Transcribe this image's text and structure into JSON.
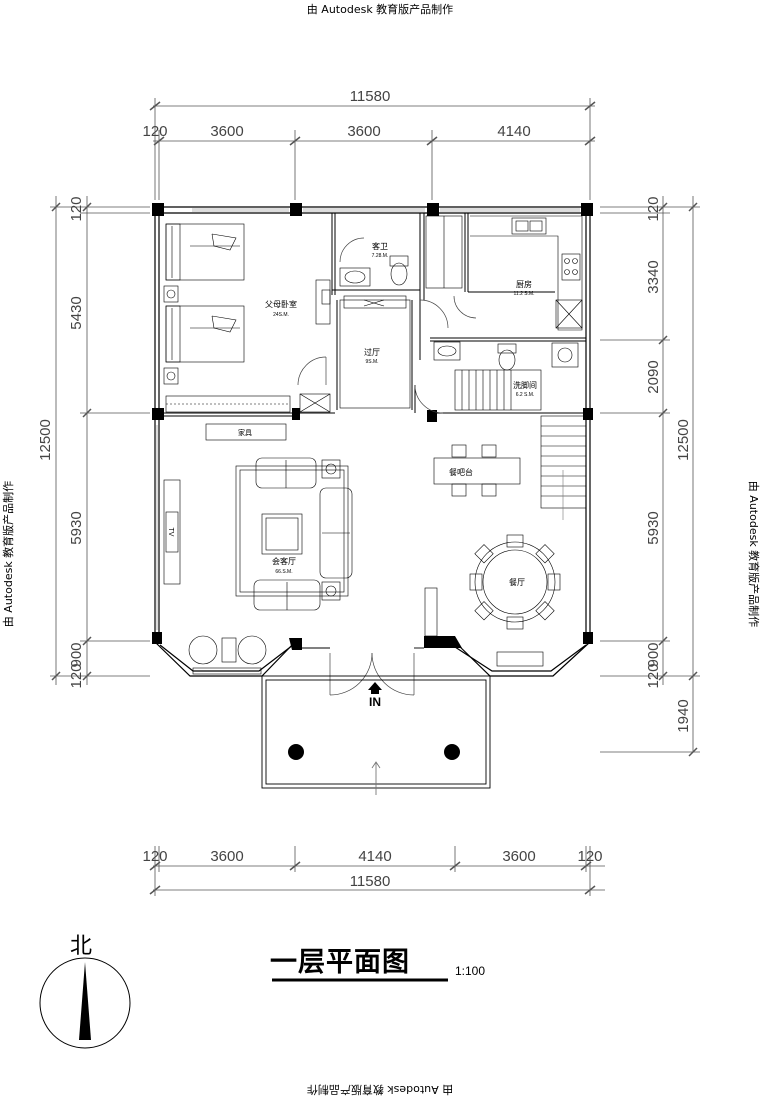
{
  "watermark": {
    "text": "由 Autodesk 教育版产品制作"
  },
  "dimensions": {
    "top_overall": "11580",
    "top_segments": [
      "120",
      "3600",
      "3600",
      "4140"
    ],
    "bottom_segments": [
      "120",
      "3600",
      "4140",
      "3600",
      "120"
    ],
    "bottom_overall": "11580",
    "left_overall": "12500",
    "left_segments": [
      "120",
      "5430",
      "5930",
      "900",
      "120"
    ],
    "right_overall": "12500",
    "right_segments": [
      "120",
      "3340",
      "2090",
      "5930",
      "900",
      "120",
      "1940"
    ]
  },
  "rooms": {
    "parents_bedroom": {
      "name": "父母卧室",
      "area": "24S.M."
    },
    "guest_bath": {
      "name": "客卫",
      "area": "7.28.M."
    },
    "kitchen": {
      "name": "厨房",
      "area": "11.2 S.M."
    },
    "hall": {
      "name": "过厅",
      "area": "9S.M."
    },
    "laundry": {
      "name": "洗脚间",
      "area": "6.2 S.M."
    },
    "bar": {
      "name": "餐吧台"
    },
    "living": {
      "name": "会客厅",
      "area": "66.S.M."
    },
    "dining": {
      "name": "餐厅"
    },
    "tv": "TV",
    "cabinet": "家具",
    "entrance": "IN"
  },
  "title": {
    "text": "一层平面图",
    "scale": "1:100"
  },
  "compass": {
    "label": "北"
  }
}
